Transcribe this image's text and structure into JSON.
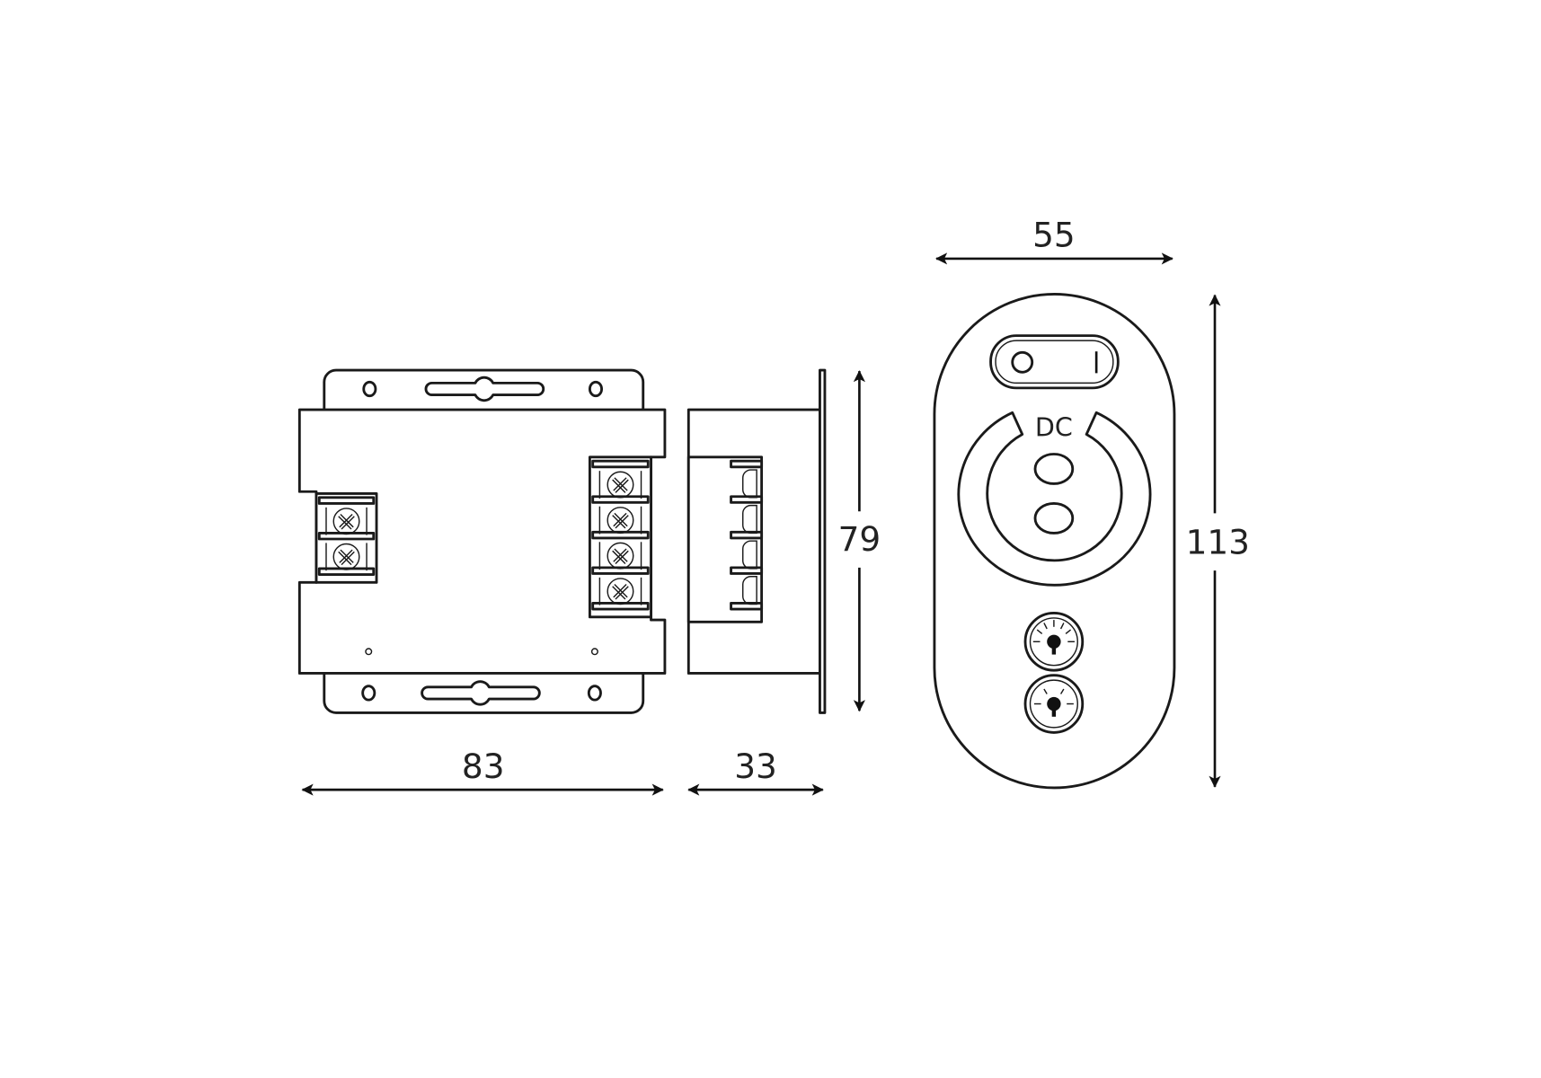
{
  "dimensions": {
    "controller_width": "83",
    "controller_depth": "33",
    "controller_height": "79",
    "remote_width": "55",
    "remote_height": "113"
  },
  "remote": {
    "label_dc": "DC",
    "switch_off": "O",
    "switch_on": "I"
  },
  "colors": {
    "line": "#1a1a1a",
    "background": "#ffffff"
  }
}
